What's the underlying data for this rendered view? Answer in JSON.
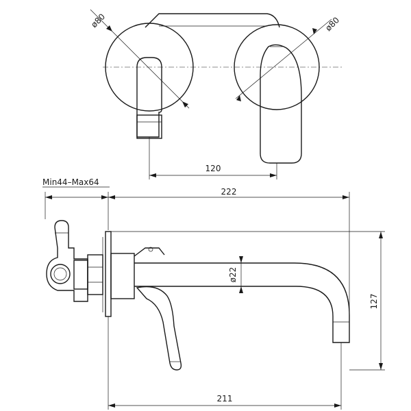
{
  "drawing": {
    "dimensions": {
      "top_left_diameter": "ø80",
      "top_right_diameter": "ø80",
      "spacing": "120",
      "wall_range": "Min44–Max64",
      "total_length": "222",
      "pipe_diameter": "ø22",
      "height": "127",
      "spout_reach": "211"
    }
  }
}
